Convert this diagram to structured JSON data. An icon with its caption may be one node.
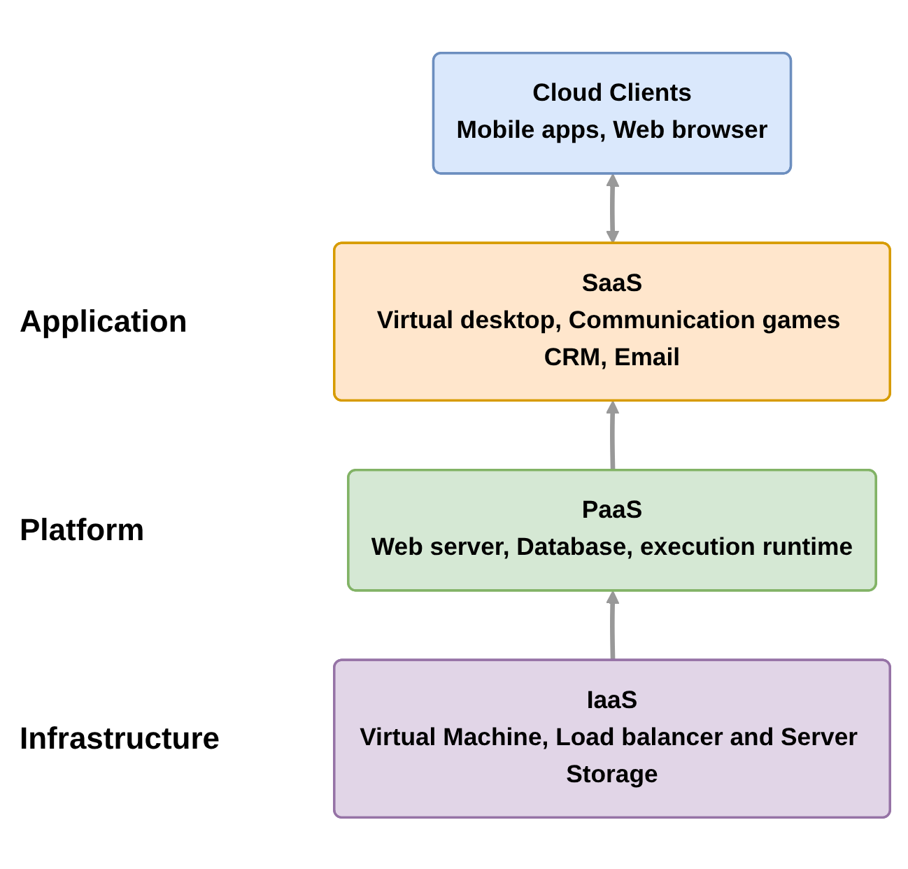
{
  "diagram": {
    "nodes": [
      {
        "text": [
          "Cloud Clients",
          "Mobile apps, Web browser"
        ]
      },
      {
        "text": [
          "SaaS",
          "Virtual desktop, Communication games CRM, Email"
        ]
      },
      {
        "text": [
          "PaaS",
          "Web server, Database, execution runtime"
        ]
      },
      {
        "text": [
          "IaaS",
          "Virtual Machine, Load balancer and Server Storage"
        ]
      }
    ],
    "edges": [
      {
        "from": 0,
        "to": 1,
        "arrow": "both"
      },
      {
        "from": 2,
        "to": 1,
        "arrow": "to"
      },
      {
        "from": 3,
        "to": 2,
        "arrow": "to"
      }
    ],
    "labels": [
      "Application",
      "Platform",
      "Infrastructure"
    ]
  }
}
